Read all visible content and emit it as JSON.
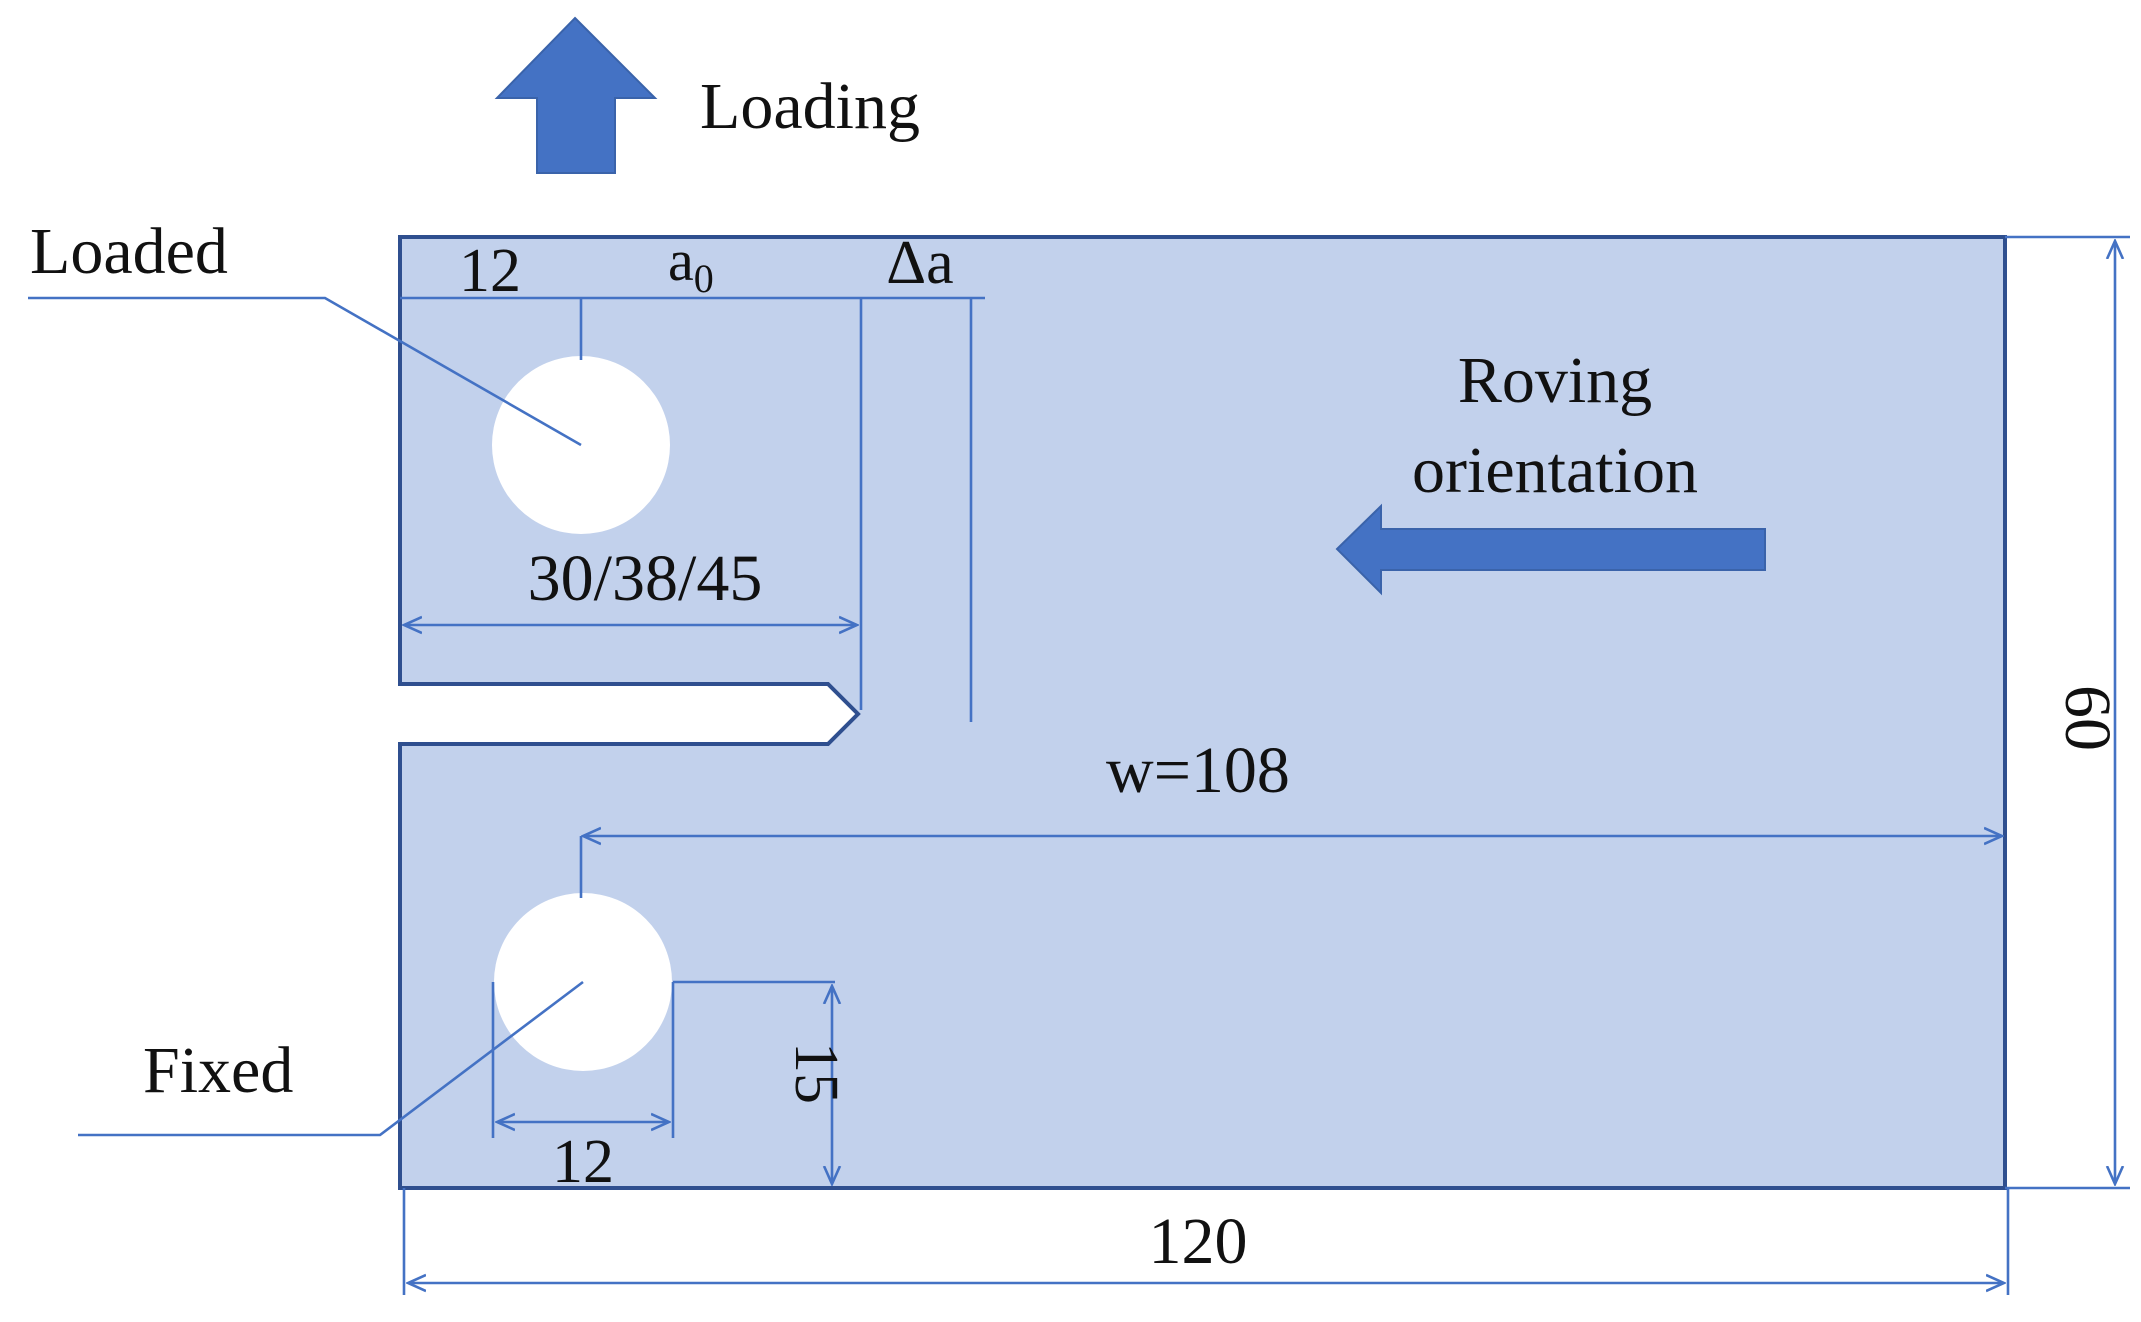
{
  "colors": {
    "specimen_fill": "#c2d1ec",
    "outline": "#2f4f8f",
    "dimension_line": "#4472c4",
    "arrow_fill": "#4472c4",
    "hole_fill": "#ffffff",
    "text": "#111111"
  },
  "icons": {
    "loading_arrow": "arrow-up-icon",
    "roving_arrow": "arrow-left-icon"
  },
  "labels": {
    "loading": "Loading",
    "loaded": "Loaded",
    "fixed": "Fixed",
    "roving_line1": "Roving",
    "roving_line2": "orientation"
  },
  "dimensions": {
    "hole_offset": "12",
    "initial_crack": "a",
    "initial_crack_subscript": "0",
    "crack_extension": "Δa",
    "crack_length": "30/38/45",
    "width_w": "w=108",
    "height": "60",
    "length": "120",
    "hole_diameter": "12",
    "hole_edge_distance": "15"
  }
}
